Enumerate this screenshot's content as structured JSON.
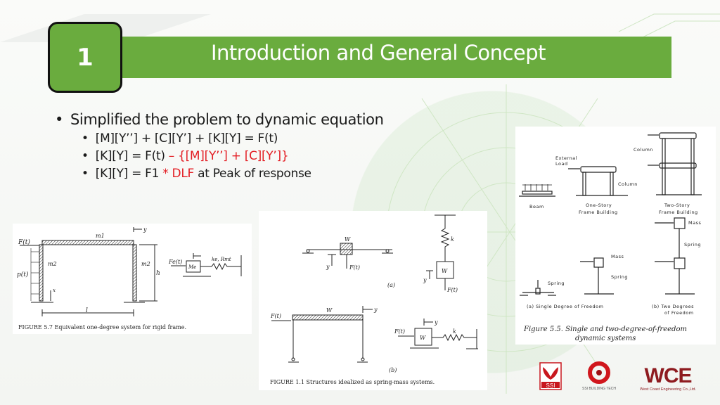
{
  "slide": {
    "number": "1",
    "title": "Introduction and General Concept"
  },
  "bullets": {
    "main": "Simplified the problem to dynamic equation",
    "sub": [
      {
        "black": "[M][Y’’] + [C][Y’] + [K][Y] = F(t)",
        "red": ""
      },
      {
        "black": "[K][Y] = F(t)",
        "red": " – {[M][Y’’] + [C][Y’]}"
      },
      {
        "black1": "[K][Y] = F1 ",
        "red1": "* DLF",
        "black2": " at Peak of response"
      }
    ]
  },
  "colors": {
    "accent": "#6aac3e",
    "red": "#e31e24"
  },
  "figure_rigid_frame": {
    "caption": "FIGURE 5.7 Equivalent one-degree system for rigid frame.",
    "labels": {
      "force": "F(t)",
      "load": "p(t)",
      "m1": "m1",
      "m2_left": "m2",
      "m2_right": "m2",
      "y": "y",
      "x": "x",
      "h": "h",
      "l": "l",
      "fe": "Fe(t)",
      "me": "Me",
      "spring": "ke, Rmt"
    }
  },
  "figure_spring_mass": {
    "caption": "FIGURE 1.1 Structures idealized as spring-mass systems.",
    "labels": {
      "w": "W",
      "y": "y",
      "ft": "F(t)",
      "k": "k",
      "a": "(a)",
      "b": "(b)"
    }
  },
  "figure_dof": {
    "caption_line1": "Figure 5.5.  Single and two-degree-of-freedom",
    "caption_line2": "dynamic systems",
    "labels": {
      "external_load_1": "External",
      "external_load_2": "Load",
      "column": "Column",
      "beam": "Beam",
      "one_story_1": "One-Story",
      "one_story_2": "Frame Building",
      "two_story_1": "Two-Story",
      "two_story_2": "Frame Building",
      "mass": "Mass",
      "spring": "Spring",
      "sdof": "(a) Single Degree of Freedom",
      "tdof_1": "(b) Two Degrees",
      "tdof_2": "of Freedom"
    }
  },
  "logos": {
    "ssi": "SSI",
    "ssi_building": "SSI BUILDING TECH",
    "wce": "WCE",
    "wce_full": "West Coast Engineering Co.,Ltd."
  }
}
